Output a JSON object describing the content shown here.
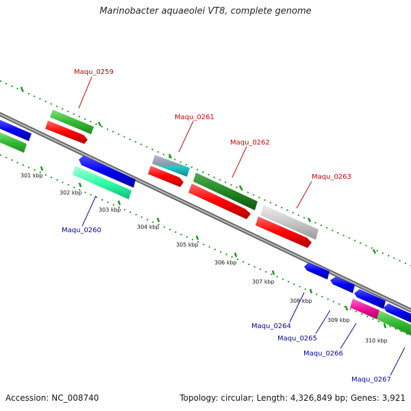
{
  "title": "Marinobacter aquaeolei VT8, complete genome",
  "accession": "Accession: NC_008740",
  "summary": "Topology: circular; Length: 4,326,849 bp; Genes: 3,921",
  "ticks": [
    "301 kbp",
    "302 kbp",
    "303 kbp",
    "304 kbp",
    "305 kbp",
    "306 kbp",
    "307 kbp",
    "308 kbp",
    "309 kbp",
    "310 kbp"
  ],
  "genes_upper": [
    "Maqu_0259",
    "Maqu_0261",
    "Maqu_0262",
    "Maqu_0263"
  ],
  "genes_lower": [
    "Maqu_0260",
    "Maqu_0264",
    "Maqu_0265",
    "Maqu_0266",
    "Maqu_0267"
  ],
  "colors": {
    "plus_label": "#cc0000",
    "minus_label": "#0000aa",
    "cds_red": "#ff0000",
    "cds_blue": "#0000ee",
    "cog_green": "#33bb33",
    "cog_dark_green": "#228822",
    "cog_teal": "#33ffaa",
    "cog_gray": "#c8c8c8",
    "cog_cyan": "#22cccc",
    "cog_magenta": "#ee1199",
    "backbone": "#888888",
    "tick_green": "#119911"
  }
}
